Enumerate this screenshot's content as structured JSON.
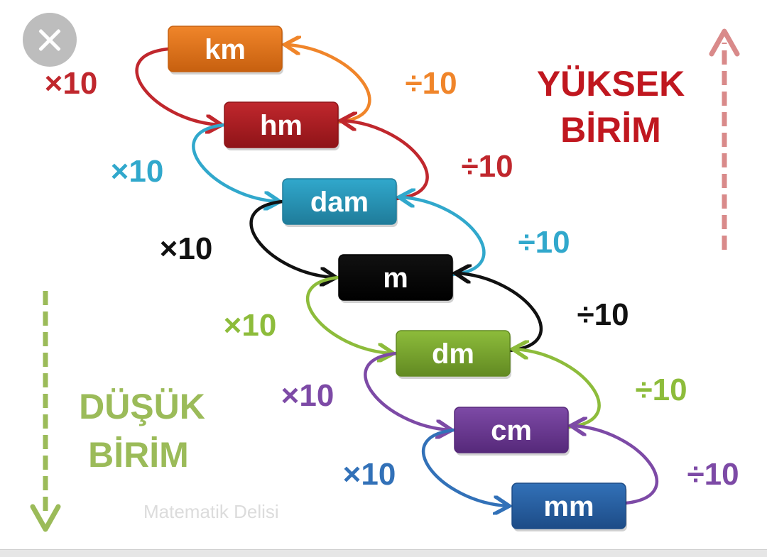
{
  "close_button": {
    "icon": "close-icon"
  },
  "high_label": {
    "line1": "YÜKSEK",
    "line2": "BİRİM",
    "color": "#c0171f"
  },
  "low_label": {
    "line1": "DÜŞÜK",
    "line2": "BİRİM",
    "color": "#9bbb59"
  },
  "watermark": "Matematik Delisi",
  "units": [
    {
      "label": "km",
      "color": "#f0852a",
      "colorDark": "#c7600f"
    },
    {
      "label": "hm",
      "color": "#c0272d",
      "colorDark": "#8f1418"
    },
    {
      "label": "dam",
      "color": "#31a8cc",
      "colorDark": "#1f7c9a"
    },
    {
      "label": "m",
      "color": "#111111",
      "colorDark": "#000000"
    },
    {
      "label": "dm",
      "color": "#8dbc3b",
      "colorDark": "#628a22"
    },
    {
      "label": "cm",
      "color": "#7d4aa6",
      "colorDark": "#56297a"
    },
    {
      "label": "mm",
      "color": "#3271b8",
      "colorDark": "#1d4c87"
    }
  ],
  "multiply_ops": [
    {
      "label": "×10",
      "color": "#c0272d"
    },
    {
      "label": "×10",
      "color": "#31a8cc"
    },
    {
      "label": "×10",
      "color": "#111111"
    },
    {
      "label": "×10",
      "color": "#8dbc3b"
    },
    {
      "label": "×10",
      "color": "#7d4aa6"
    },
    {
      "label": "×10",
      "color": "#3271b8"
    }
  ],
  "divide_ops": [
    {
      "label": "÷10",
      "color": "#f0852a"
    },
    {
      "label": "÷10",
      "color": "#c0272d"
    },
    {
      "label": "÷10",
      "color": "#31a8cc"
    },
    {
      "label": "÷10",
      "color": "#111111"
    },
    {
      "label": "÷10",
      "color": "#8dbc3b"
    },
    {
      "label": "÷10",
      "color": "#7d4aa6"
    }
  ]
}
